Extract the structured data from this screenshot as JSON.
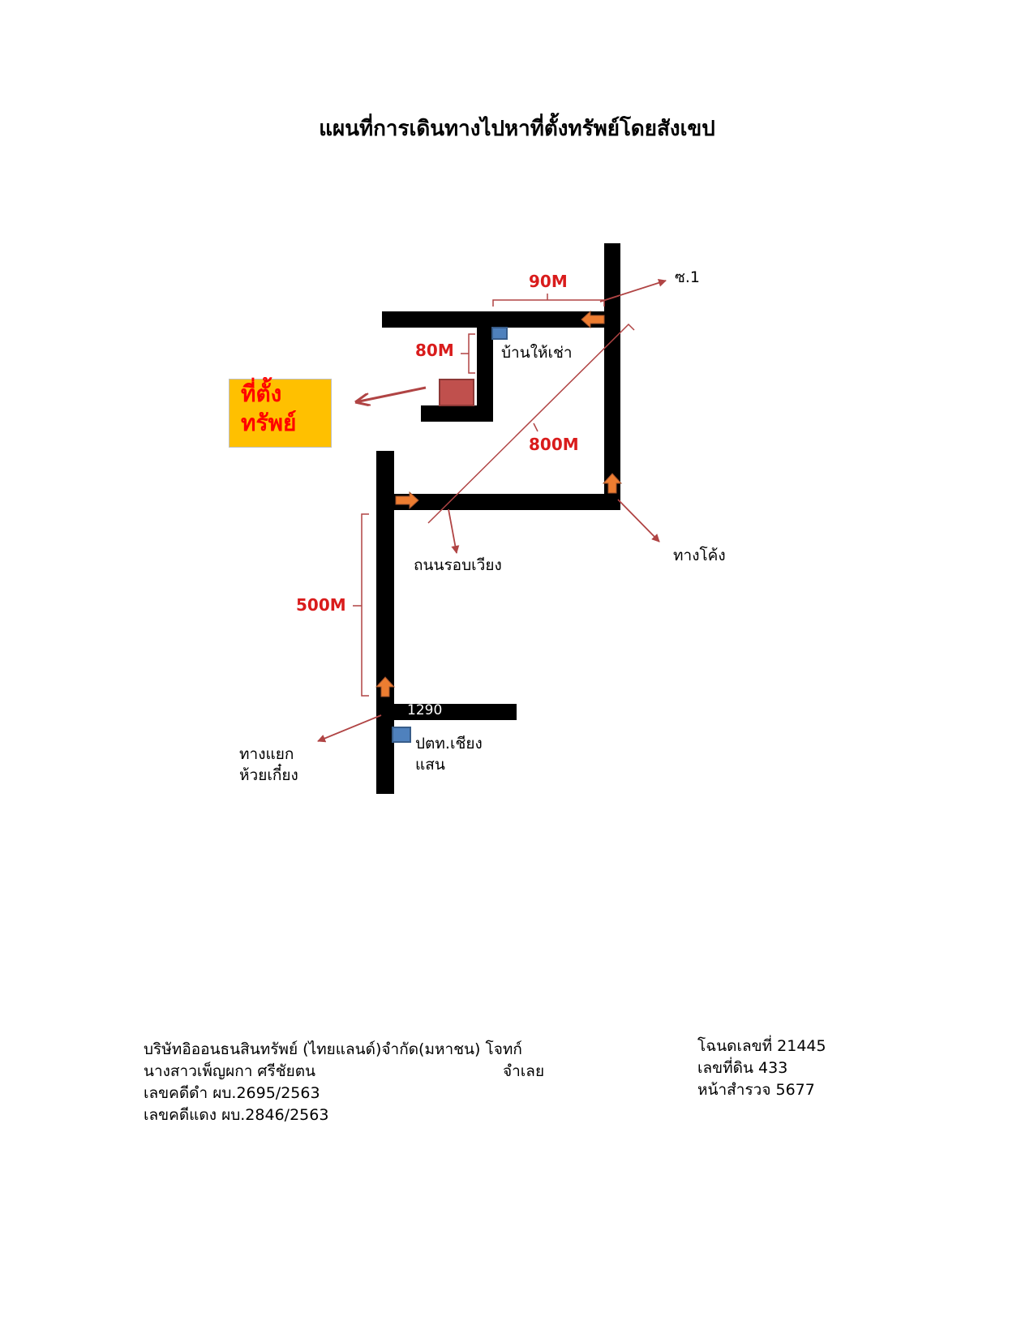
{
  "title": "แผนที่การเดินทางไปหาที่ตั้งทรัพย์โดยสังเขป",
  "colors": {
    "road": "#000000",
    "distance_label": "#d91c1c",
    "callout_line": "#b04444",
    "arrow_fill": "#ed7d31",
    "target_bg": "#ffc000",
    "target_text": "#ff0000",
    "landmark": "#4472c4",
    "property": "#c0504d"
  },
  "map": {
    "target_label_line1": "ที่ตั้ง",
    "target_label_line2": "ทรัพย์",
    "soi_label": "ซ.1",
    "rental_house_label": "บ้านให้เช่า",
    "ring_road_label": "ถนนรอบเวียง",
    "curve_label": "ทางโค้ง",
    "junction_label_line1": "ทางแยก",
    "junction_label_line2": "ห้วยเกี๋ยง",
    "post_office_label_line1": "ปตท.เชียง",
    "post_office_label_line2": "แสน",
    "road_number": "1290",
    "distances": {
      "d90": "90M",
      "d80": "80M",
      "d800": "800M",
      "d500": "500M"
    }
  },
  "footer": {
    "plaintiff_line": "บริษัทอิออนธนสินทรัพย์ (ไทยแลนด์)จำกัด(มหาชน) โจทก์",
    "defendant_name": "นางสาวเพ็ญผกา ศรีชัยตน",
    "defendant_role": "จำเลย",
    "black_case": "เลขคดีดำ ผบ.2695/2563",
    "red_case": "เลขคดีแดง ผบ.2846/2563",
    "deed_no": "โฉนดเลขที่ 21445",
    "land_no": "เลขที่ดิน 433",
    "survey_page": "หน้าสำรวจ  5677"
  }
}
